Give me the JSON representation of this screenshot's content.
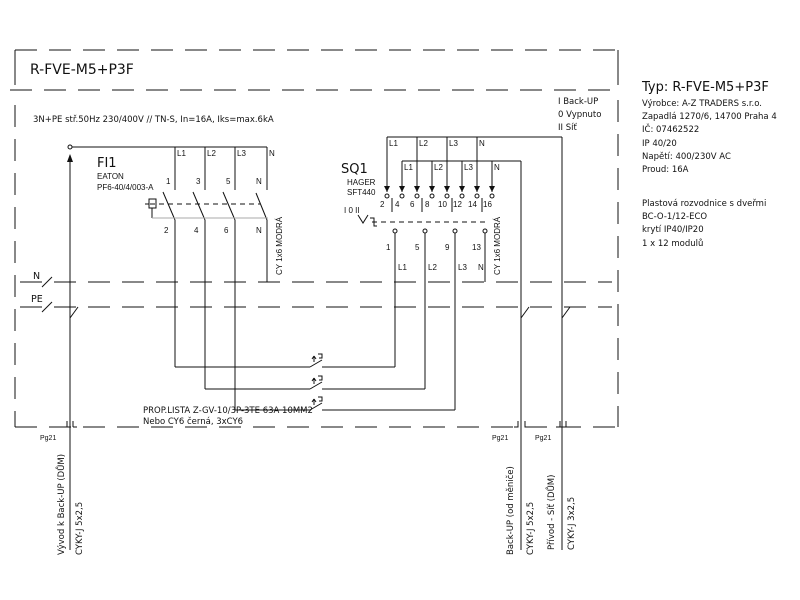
{
  "title": "R-FVE-M5+P3F",
  "supply": "3N+PE stř.50Hz 230/400V // TN-S,  In=16A, Iks=max.6kA",
  "breaker": {
    "id": "FI1",
    "maker": "EATON",
    "model": "PF6-40/4/003-A",
    "phase_labels": [
      "L1",
      "L2",
      "L3",
      "N"
    ],
    "in_terminals": [
      "1",
      "3",
      "5",
      "N"
    ],
    "out_terminals": [
      "2",
      "4",
      "6",
      "N"
    ],
    "cable": "CY 1x6 MODRÁ"
  },
  "switch": {
    "id": "SQ1",
    "maker": "HAGER",
    "model": "SFT440",
    "positions": "I 0 II",
    "top_labels_a": [
      "L1",
      "L2",
      "L3",
      "N"
    ],
    "top_labels_b": [
      "L1",
      "L2",
      "L3",
      "N"
    ],
    "terminals": [
      "2",
      "4",
      "6",
      "8",
      "10",
      "12",
      "14",
      "16"
    ],
    "out_terminals": [
      "1",
      "5",
      "9",
      "13"
    ],
    "out_labels": [
      "L1",
      "L2",
      "L3",
      "N"
    ],
    "cable": "CY 1x6 MODRÁ"
  },
  "mode_legend": [
    "I Back-UP",
    "0 Vypnuto",
    "II Síť"
  ],
  "bus": {
    "n": "N",
    "pe": "PE"
  },
  "busbar": {
    "line1": "PROP.LISTA Z-GV-10/3P-3TE 63A 10MM2",
    "line2": "Nebo CY6 černá, 3xCY6"
  },
  "glands": [
    "Pg21",
    "Pg21",
    "Pg21"
  ],
  "cables": [
    {
      "name": "Vývod k Back-UP (DŮM)",
      "type": "CYKY-J 5x2,5"
    },
    {
      "name": "Back-UP (od měniče)",
      "type": "CYKY-J 5x2,5"
    },
    {
      "name": "Přívod - Síť (DŮM)",
      "type": "CYKY-J 3x2,5"
    }
  ],
  "info": {
    "type": "Typ:  R-FVE-M5+P3F",
    "lines": [
      "Výrobce: A-Z TRADERS s.r.o.",
      "Zapadlá 1270/6, 14700 Praha 4",
      "IČ: 07462522",
      "IP 40/20",
      "Napětí:  400/230V AC",
      "Proud:  16A"
    ],
    "enclosure": [
      "Plastová rozvodnice s dveřmi",
      "BC-O-1/12-ECO",
      "krytí IP40/IP20",
      "1 x 12 modulů"
    ]
  }
}
